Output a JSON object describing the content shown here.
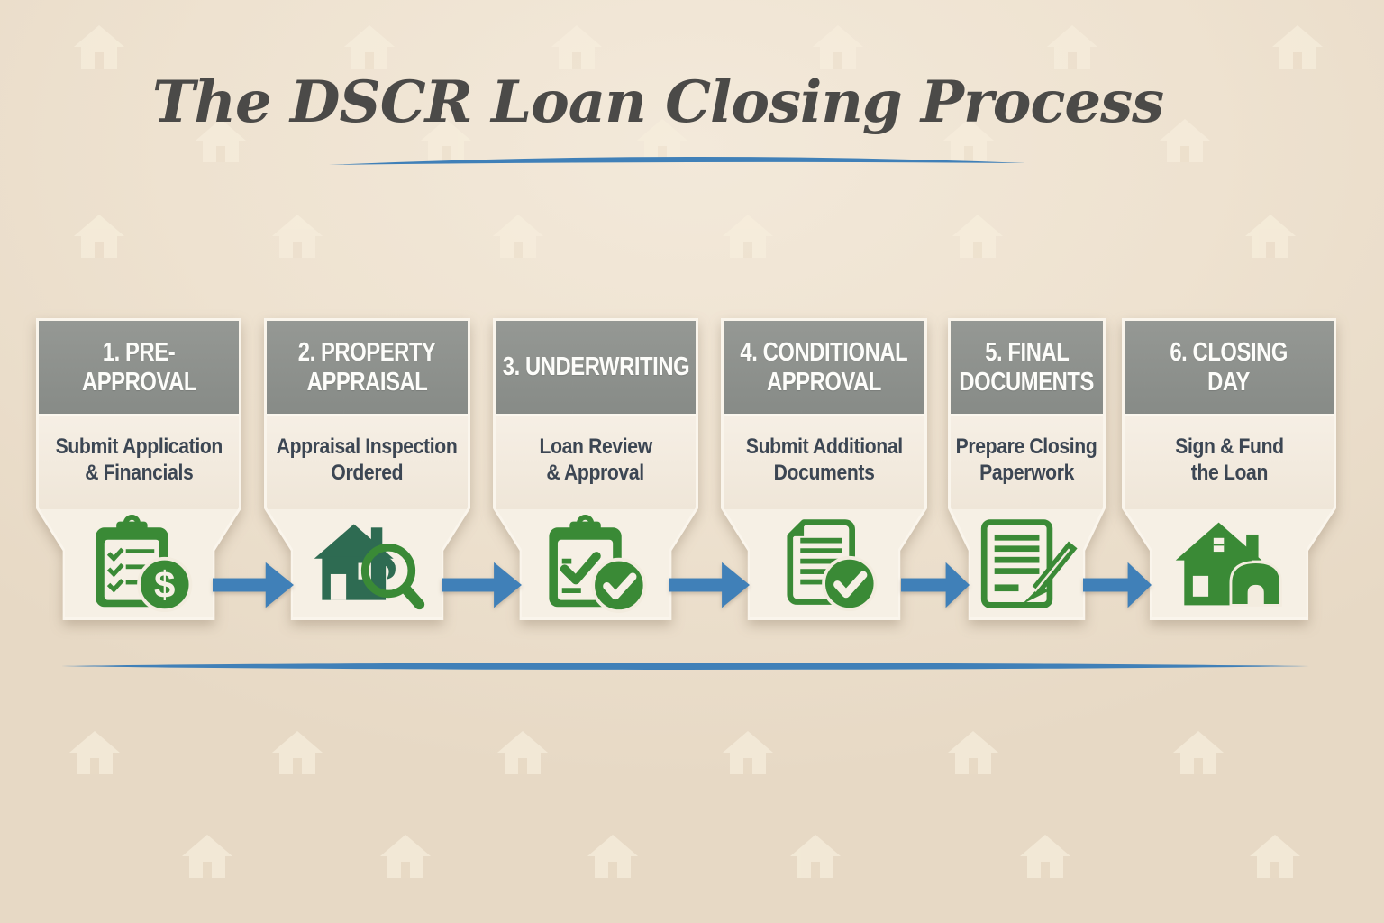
{
  "title": "The DSCR Loan Closing Process",
  "steps": [
    {
      "heading": "1. PRE-APPROVAL",
      "heading_lines": [
        "1. PRE-",
        "APPROVAL"
      ],
      "description": "Submit Application & Financials",
      "description_lines": [
        "Submit Application",
        "& Financials"
      ],
      "icon": "clipboard-dollar-icon"
    },
    {
      "heading": "2. PROPERTY APPRAISAL",
      "heading_lines": [
        "2. PROPERTY",
        "APPRAISAL"
      ],
      "description": "Appraisal Inspection Ordered",
      "description_lines": [
        "Appraisal Inspection",
        "Ordered"
      ],
      "icon": "house-magnifier-icon"
    },
    {
      "heading": "3. UNDERWRITING",
      "heading_lines": [
        "3. UNDERWRITING"
      ],
      "description": "Loan Review & Approval",
      "description_lines": [
        "Loan Review",
        "& Approval"
      ],
      "icon": "clipboard-check-icon"
    },
    {
      "heading": "4. CONDITIONAL APPROVAL",
      "heading_lines": [
        "4. CONDITIONAL",
        "APPROVAL"
      ],
      "description": "Submit Additional Documents",
      "description_lines": [
        "Submit Additional",
        "Documents"
      ],
      "icon": "document-check-icon"
    },
    {
      "heading": "5. FINAL DOCUMENTS",
      "heading_lines": [
        "5. FINAL",
        "DOCUMENTS"
      ],
      "description": "Prepare Closing Paperwork",
      "description_lines": [
        "Prepare Closing",
        "Paperwork"
      ],
      "icon": "document-pen-icon"
    },
    {
      "heading": "6. CLOSING DAY",
      "heading_lines": [
        "6. CLOSING",
        "DAY"
      ],
      "description": "Sign & Fund the Loan",
      "description_lines": [
        "Sign & Fund",
        "the Loan"
      ],
      "icon": "house-key-icon"
    }
  ],
  "colors": {
    "background": "#eee2d0",
    "card_header": "#8b8e8a",
    "card_body": "#f2eadf",
    "card_panel": "#f6f0e5",
    "card_border": "#faf5ec",
    "header_text": "#fdfdfa",
    "body_text": "#3c4653",
    "green": "#3a8a36",
    "dark_green": "#2e6b52",
    "blue": "#4080b8",
    "title_text": "#4b4a48"
  }
}
